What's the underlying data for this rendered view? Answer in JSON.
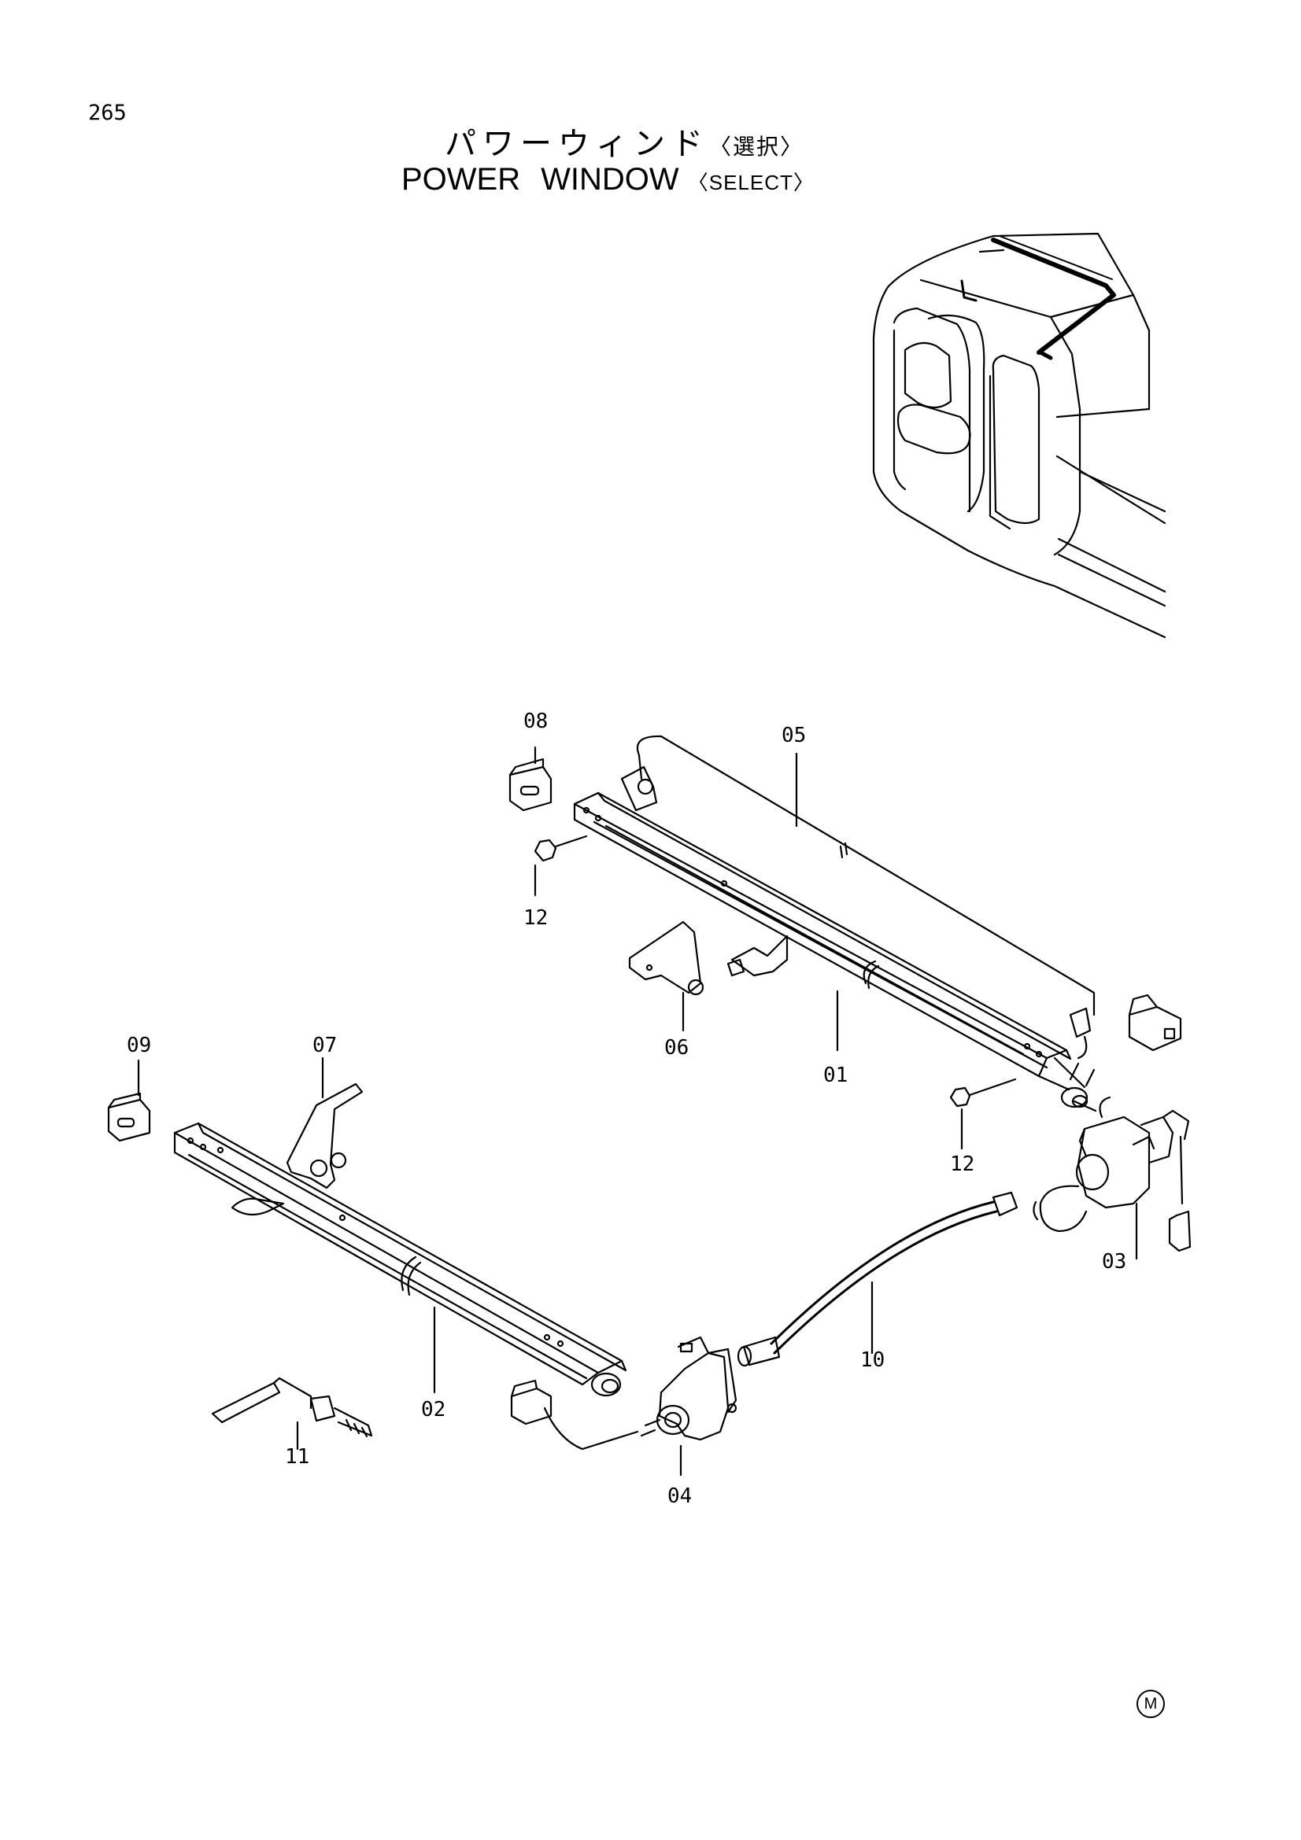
{
  "page_number": "265",
  "title": {
    "japanese": "パワーウィンド",
    "japanese_note": "〈選択〉",
    "english_1": "POWER",
    "english_2": "WINDOW",
    "english_note": "〈SELECT〉"
  },
  "parts": [
    {
      "id": "01"
    },
    {
      "id": "02"
    },
    {
      "id": "03"
    },
    {
      "id": "04"
    },
    {
      "id": "05"
    },
    {
      "id": "06"
    },
    {
      "id": "07"
    },
    {
      "id": "08"
    },
    {
      "id": "09"
    },
    {
      "id": "10"
    },
    {
      "id": "11"
    },
    {
      "id": "12"
    },
    {
      "id": "12"
    }
  ],
  "footer_mark": "M"
}
